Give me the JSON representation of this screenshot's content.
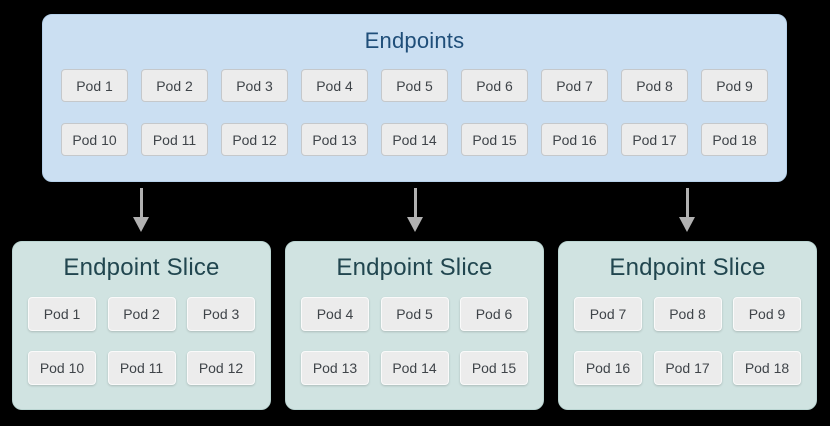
{
  "colors": {
    "page_background": "#000000",
    "endpoints_box_bg": "#cbdff2",
    "endpoints_box_border": "#b6d1ea",
    "endpoints_title_color": "#1f4e79",
    "slice_box_bg": "#d0e3e1",
    "slice_box_border": "#bcd6d3",
    "slice_title_color": "#21464f",
    "pod_bg": "#ececec",
    "pod_text_color": "#3f4449",
    "arrow_color": "#b1b1b1"
  },
  "endpoints": {
    "title": "Endpoints",
    "rows": [
      [
        "Pod 1",
        "Pod 2",
        "Pod 3",
        "Pod 4",
        "Pod 5",
        "Pod 6",
        "Pod 7",
        "Pod 8",
        "Pod 9"
      ],
      [
        "Pod 10",
        "Pod 11",
        "Pod 12",
        "Pod 13",
        "Pod 14",
        "Pod 15",
        "Pod 16",
        "Pod 17",
        "Pod 18"
      ]
    ]
  },
  "slices": [
    {
      "title": "Endpoint Slice",
      "rows": [
        [
          "Pod 1",
          "Pod 2",
          "Pod 3"
        ],
        [
          "Pod 10",
          "Pod 11",
          "Pod 12"
        ]
      ]
    },
    {
      "title": "Endpoint Slice",
      "rows": [
        [
          "Pod 4",
          "Pod 5",
          "Pod 6"
        ],
        [
          "Pod 13",
          "Pod 14",
          "Pod 15"
        ]
      ]
    },
    {
      "title": "Endpoint Slice",
      "rows": [
        [
          "Pod 7",
          "Pod 8",
          "Pod 9"
        ],
        [
          "Pod 16",
          "Pod 17",
          "Pod 18"
        ]
      ]
    }
  ]
}
